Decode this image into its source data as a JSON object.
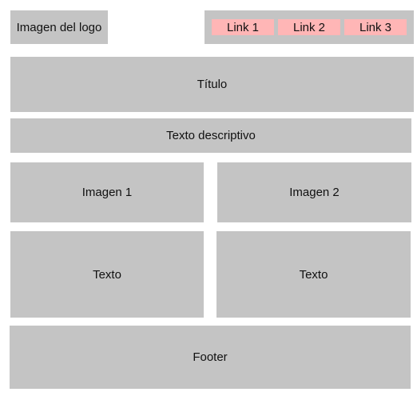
{
  "header": {
    "logo_label": "Imagen del logo",
    "nav": {
      "links": [
        "Link 1",
        "Link 2",
        "Link 3"
      ]
    }
  },
  "main": {
    "title": "Título",
    "description": "Texto descriptivo",
    "images": [
      "Imagen 1",
      "Imagen 2"
    ],
    "texts": [
      "Texto",
      "Texto"
    ]
  },
  "footer": {
    "label": "Footer"
  },
  "colors": {
    "block": "#c4c4c4",
    "link": "#ffb6b6"
  }
}
